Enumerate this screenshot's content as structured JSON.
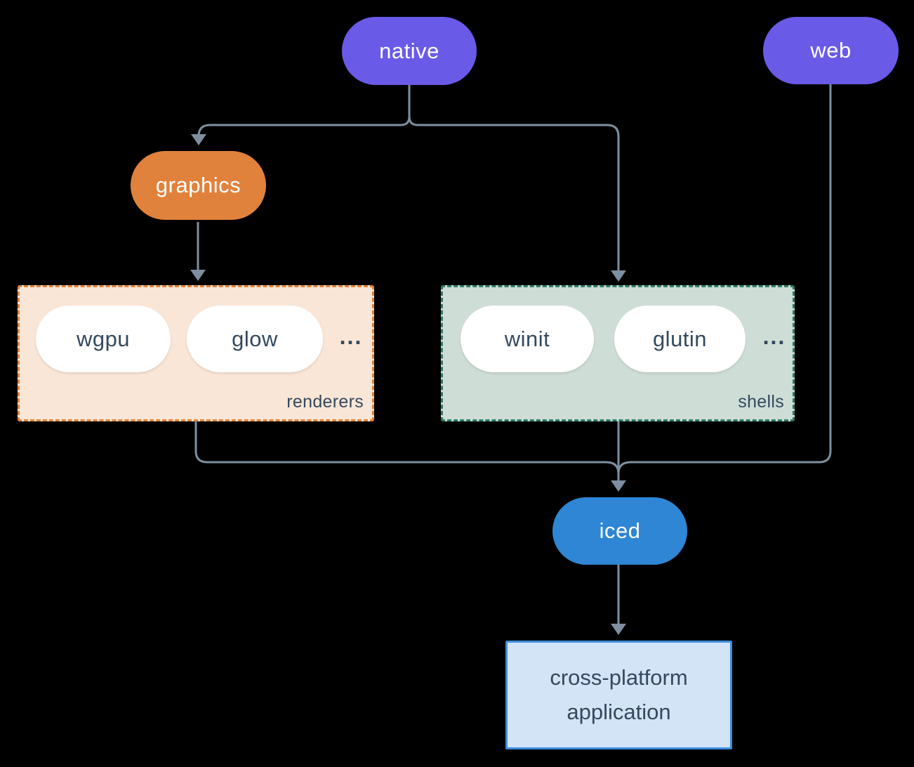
{
  "diagram": {
    "background_color": "#000000",
    "connector_color": "#7D8FA0",
    "nodes": {
      "native": {
        "label": "native",
        "color": "#6A5AE8"
      },
      "web": {
        "label": "web",
        "color": "#6A5AE8"
      },
      "graphics": {
        "label": "graphics",
        "color": "#E1823C"
      },
      "iced": {
        "label": "iced",
        "color": "#2E86D4"
      },
      "app": {
        "label": "cross-platform application",
        "bg_color": "#D3E4F6",
        "border_color": "#3E8EE0"
      }
    },
    "groups": {
      "renderers": {
        "label": "renderers",
        "ellipsis": "...",
        "items": [
          "wgpu",
          "glow"
        ],
        "bg_color": "#FAE6D6",
        "border_color": "#E1823C"
      },
      "shells": {
        "label": "shells",
        "ellipsis": "...",
        "items": [
          "winit",
          "glutin"
        ],
        "bg_color": "#CEDED6",
        "border_color": "#2F7A68"
      }
    },
    "edges": [
      {
        "from": "native",
        "to": "graphics"
      },
      {
        "from": "native",
        "to": "shells"
      },
      {
        "from": "graphics",
        "to": "renderers"
      },
      {
        "from": "renderers",
        "to": "iced"
      },
      {
        "from": "shells",
        "to": "iced"
      },
      {
        "from": "web",
        "to": "iced"
      },
      {
        "from": "iced",
        "to": "app"
      }
    ]
  }
}
